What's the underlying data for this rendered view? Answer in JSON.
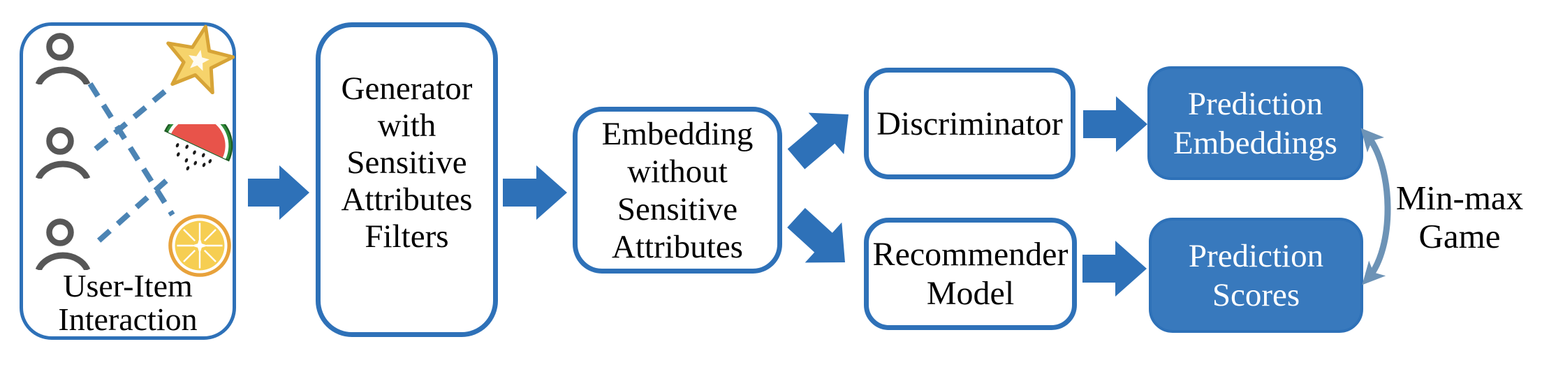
{
  "nodes": {
    "user_item": {
      "lines": [
        "User-Item",
        "Interaction"
      ]
    },
    "generator": {
      "lines": [
        "Generator",
        "with",
        "Sensitive",
        "Attributes",
        "Filters"
      ]
    },
    "embedding": {
      "lines": [
        "Embedding",
        "without",
        "Sensitive",
        "Attributes"
      ]
    },
    "discriminator": {
      "lines": [
        "Discriminator"
      ]
    },
    "recommender": {
      "lines": [
        "Recommender",
        "Model"
      ]
    },
    "prediction_embeddings": {
      "lines": [
        "Prediction",
        "Embeddings"
      ]
    },
    "prediction_scores": {
      "lines": [
        "Prediction",
        "Scores"
      ]
    }
  },
  "annotations": {
    "min_max_game": {
      "lines": [
        "Min-max",
        "Game"
      ]
    }
  },
  "icons": {
    "user_icons": [
      "user-icon",
      "user-icon",
      "user-icon"
    ],
    "item_icons": [
      "starfruit-icon",
      "watermelon-icon",
      "orange-icon"
    ]
  },
  "edges": [
    {
      "from": "user-item-interaction",
      "to": "generator",
      "type": "block-arrow"
    },
    {
      "from": "generator",
      "to": "embedding",
      "type": "block-arrow"
    },
    {
      "from": "embedding",
      "to": "discriminator",
      "type": "block-arrow-diagonal-up"
    },
    {
      "from": "embedding",
      "to": "recommender-model",
      "type": "block-arrow-diagonal-down"
    },
    {
      "from": "discriminator",
      "to": "prediction-embeddings",
      "type": "block-arrow"
    },
    {
      "from": "recommender-model",
      "to": "prediction-scores",
      "type": "block-arrow"
    },
    {
      "from": "prediction-embeddings",
      "to": "prediction-scores",
      "type": "curved-double-arrow",
      "label": "Min-max Game"
    }
  ],
  "colors": {
    "accent_blue": "#2E71B8",
    "node_fill_blue": "#3879BD",
    "dashed_line_blue": "#4C84B4",
    "curve_arrow_blue": "#6D93B6",
    "user_icon_gray": "#575757",
    "text_black": "#000000",
    "node_text_white": "#FFFFFF"
  }
}
